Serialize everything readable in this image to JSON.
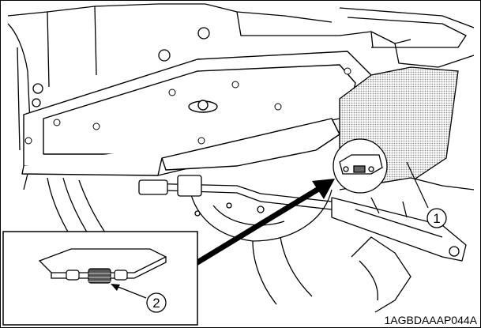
{
  "figure": {
    "code": "1AGBDAAAP044A",
    "callouts": [
      {
        "label": "1"
      },
      {
        "label": "2"
      }
    ]
  },
  "colors": {
    "line": "#000000",
    "fill": "#ffffff",
    "shade": "#b4b4b4"
  }
}
